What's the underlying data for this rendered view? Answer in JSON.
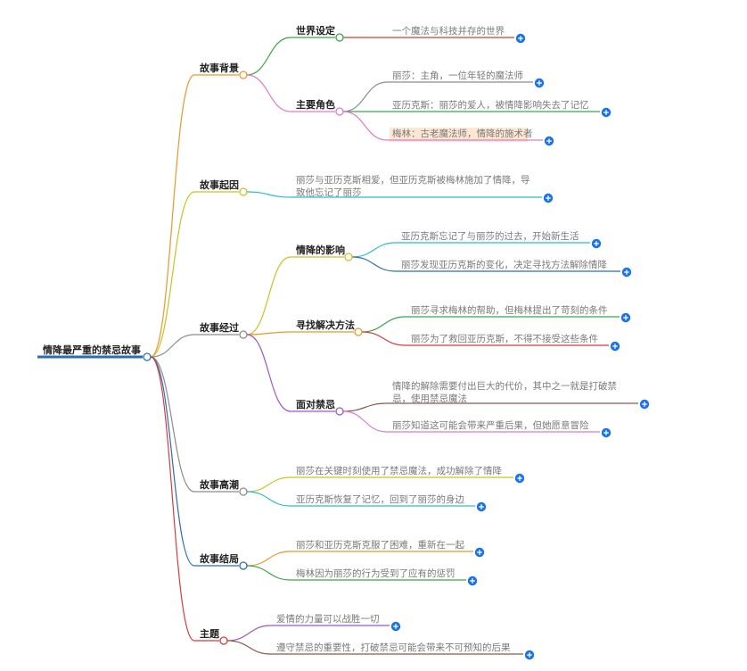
{
  "root": {
    "label": "情降最严重的禁忌故事",
    "color": "#2a6db3"
  },
  "nodes": [
    {
      "id": "n1",
      "label": "故事背景",
      "color": "#f0952b"
    },
    {
      "id": "n1a",
      "label": "世界设定",
      "color": "#3aa647"
    },
    {
      "id": "n1a1",
      "label": "一个魔法与科技并存的世界",
      "color": "#d83b3b"
    },
    {
      "id": "n1b",
      "label": "主要角色",
      "color": "#e07ad0"
    },
    {
      "id": "n1b1",
      "label": "丽莎：主角，一位年轻的魔法师",
      "color": "#8c8c8c"
    },
    {
      "id": "n1b2",
      "label": "亚历克斯：丽莎的爱人，被情降影响失去了记忆",
      "color": "#3aa647"
    },
    {
      "id": "n1b3",
      "label": "梅林：古老魔法师，情降的施术者",
      "color": "#e07ad0",
      "highlight": "#fde7d0"
    },
    {
      "id": "n2",
      "label": "故事起因",
      "color": "#c9c224"
    },
    {
      "id": "n2a",
      "label": [
        "丽莎与亚历克斯相爱，但亚历克斯被梅林施加了情降，导",
        "致他忘记了丽莎"
      ],
      "color": "#2bbcd0"
    },
    {
      "id": "n3",
      "label": "故事经过",
      "color": "#8c8c8c"
    },
    {
      "id": "n3a",
      "label": "情降的影响",
      "color": "#c9c224"
    },
    {
      "id": "n3a1",
      "label": "亚历克斯忘记了与丽莎的过去，开始新生活",
      "color": "#2bbcd0"
    },
    {
      "id": "n3a2",
      "label": "丽莎发现亚历克斯的变化，决定寻找方法解除情降",
      "color": "#2a6db3"
    },
    {
      "id": "n3b",
      "label": "寻找解决方法",
      "color": "#f0952b"
    },
    {
      "id": "n3b1",
      "label": "丽莎寻求梅林的帮助，但梅林提出了苛刻的条件",
      "color": "#3aa647"
    },
    {
      "id": "n3b2",
      "label": "丽莎为了救回亚历克斯，不得不接受这些条件",
      "color": "#d83b3b"
    },
    {
      "id": "n3c",
      "label": "面对禁忌",
      "color": "#9b59c6"
    },
    {
      "id": "n3c1",
      "label": [
        "情降的解除需要付出巨大的代价，其中之一就是打破禁",
        "忌，使用禁忌魔法"
      ],
      "color": "#8a5a4a"
    },
    {
      "id": "n3c2",
      "label": "丽莎知道这可能会带来严重后果，但她愿意冒险",
      "color": "#e07ad0"
    },
    {
      "id": "n4",
      "label": "故事高潮",
      "color": "#8c8c8c"
    },
    {
      "id": "n4a",
      "label": "丽莎在关键时刻使用了禁忌魔法，成功解除了情降",
      "color": "#c9c224"
    },
    {
      "id": "n4b",
      "label": "亚历克斯恢复了记忆，回到了丽莎的身边",
      "color": "#2bbcd0"
    },
    {
      "id": "n5",
      "label": "故事结局",
      "color": "#2a6db3"
    },
    {
      "id": "n5a",
      "label": "丽莎和亚历克斯克服了困难，重新在一起",
      "color": "#f0952b"
    },
    {
      "id": "n5b",
      "label": "梅林因为丽莎的行为受到了应有的惩罚",
      "color": "#3aa647"
    },
    {
      "id": "n6",
      "label": "主题",
      "color": "#d83b3b"
    },
    {
      "id": "n6a",
      "label": "爱情的力量可以战胜一切",
      "color": "#9b59c6"
    },
    {
      "id": "n6b",
      "label": "遵守禁忌的重要性，打破禁忌可能会带来不可预知的后果",
      "color": "#8a5a4a"
    }
  ],
  "plus_color": "#1a73e8"
}
